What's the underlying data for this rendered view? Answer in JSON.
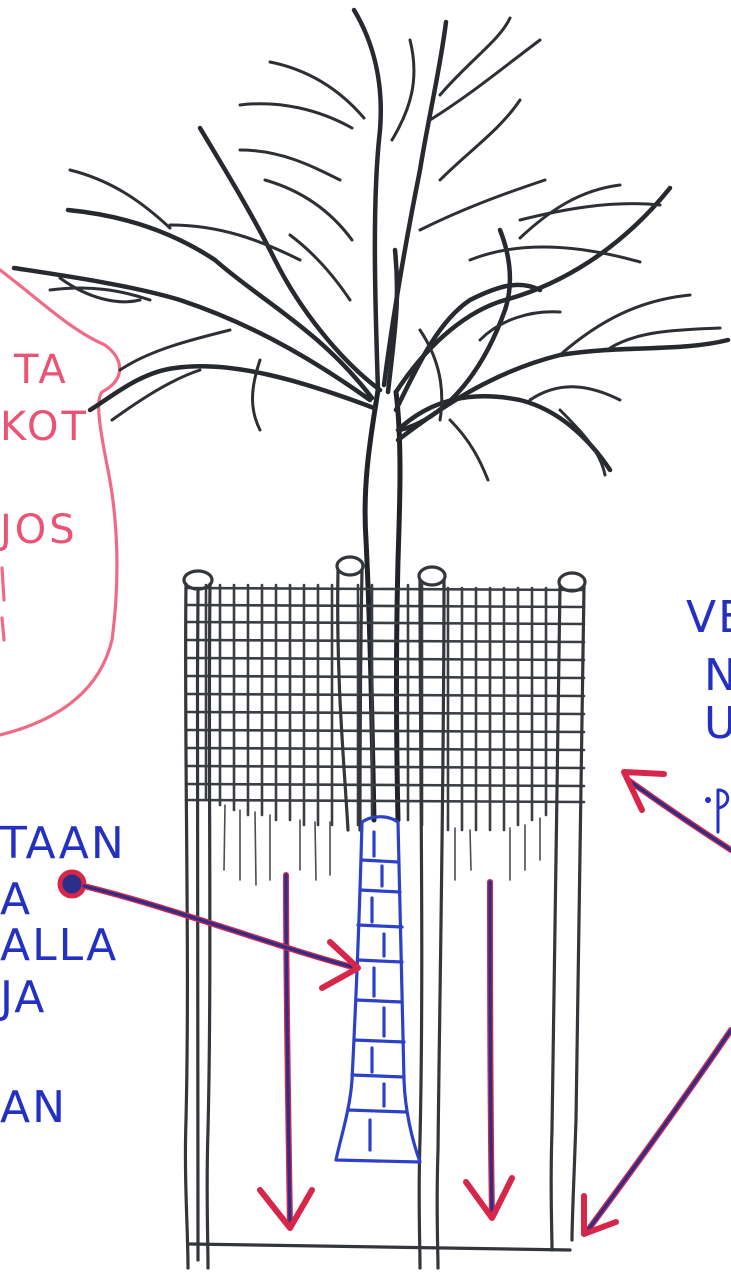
{
  "notes_pink": [
    "TA",
    "KOT",
    "JOS"
  ],
  "notes_blue_left": [
    "TAAN",
    "A",
    "ALLA",
    "JA",
    "AN"
  ],
  "notes_blue_right": [
    "VE",
    "N",
    "U"
  ],
  "colors": {
    "ink": "#26292e",
    "mesh": "#3a3d42",
    "wrap_blue": "#2c40c8",
    "arrow_red": "#d8254a",
    "arrow_blue": "#2a2f8a",
    "pink": "#f06a86"
  }
}
